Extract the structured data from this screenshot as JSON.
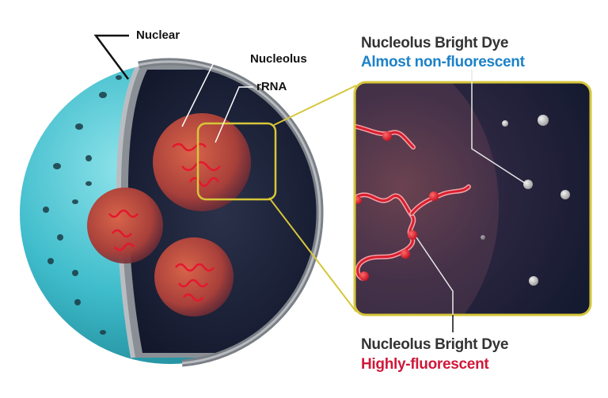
{
  "labels": {
    "nuclear": "Nuclear",
    "nucleolus": "Nucleolus",
    "rrna": "rRNA"
  },
  "dye_top": {
    "title": "Nucleolus Bright Dye",
    "state": "Almost non-fluorescent"
  },
  "dye_bottom": {
    "title": "Nucleolus Bright Dye",
    "state": "Highly-fluorescent"
  },
  "colors": {
    "shell": "#3fbccb",
    "interior": "#1b2135",
    "nucleolus": "#c8503a",
    "rrna": "#e5172e",
    "zoom_frame": "#d6c63a",
    "blue_text": "#1c82c8",
    "red_text": "#d0183a",
    "dye_inactive": "#c8c8c8"
  }
}
